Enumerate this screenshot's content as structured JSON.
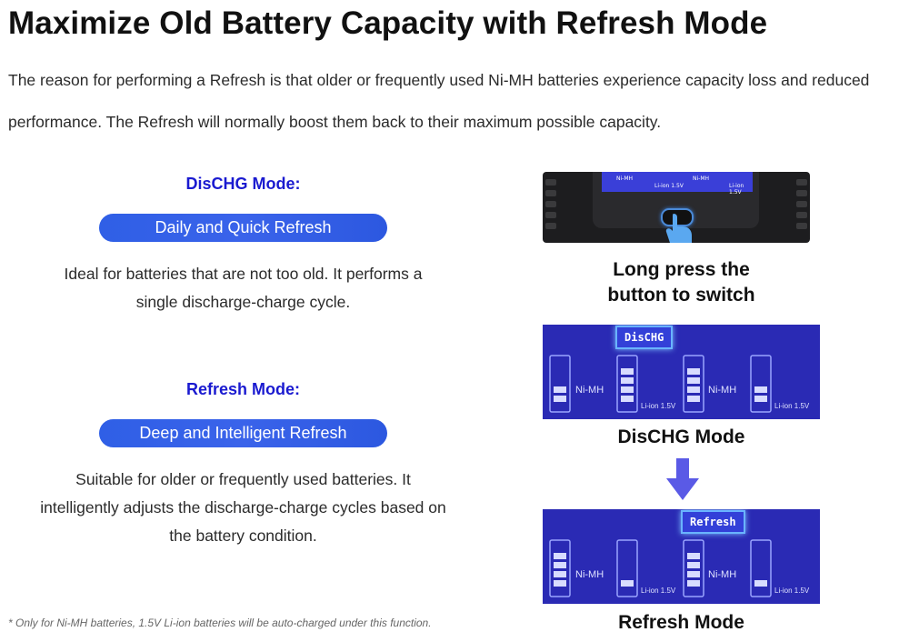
{
  "header": {
    "title": "Maximize Old Battery Capacity with Refresh Mode",
    "intro": "The reason for performing a Refresh is that older or frequently used Ni-MH batteries experience capacity loss and reduced performance. The Refresh will normally boost them back to their maximum possible capacity."
  },
  "modes": [
    {
      "heading": "DisCHG Mode:",
      "pill": "Daily and Quick Refresh",
      "description": "Ideal for batteries that are not too old. It performs a single discharge-charge cycle."
    },
    {
      "heading": "Refresh Mode:",
      "pill": "Deep and Intelligent Refresh",
      "description": "Suitable for older or frequently used batteries. It intelligently adjusts the discharge-charge cycles based on the battery condition."
    }
  ],
  "footnote": "* Only for Ni-MH batteries, 1.5V Li-ion batteries will be auto-charged under this function.",
  "device": {
    "lcd_labels": [
      "Ni-MH",
      "Li-ion 1.5V",
      "Ni-MH",
      "Li-ion 1.5V"
    ],
    "caption_line1": "Long press the",
    "caption_line2": "button to switch"
  },
  "screens": [
    {
      "tag": "DisCHG",
      "caption": "DisCHG Mode",
      "labels": [
        "Ni-MH",
        "Li-ion 1.5V",
        "Ni-MH",
        "Li-ion 1.5V"
      ]
    },
    {
      "tag": "Refresh",
      "caption": "Refresh Mode",
      "labels": [
        "Ni-MH",
        "Li-ion 1.5V",
        "Ni-MH",
        "Li-ion 1.5V"
      ]
    }
  ],
  "colors": {
    "heading_blue": "#1a1ad0",
    "pill_blue": "#3a63ea",
    "screen_blue": "#2a2ab4",
    "arrow_blue": "#5a5ae6"
  }
}
